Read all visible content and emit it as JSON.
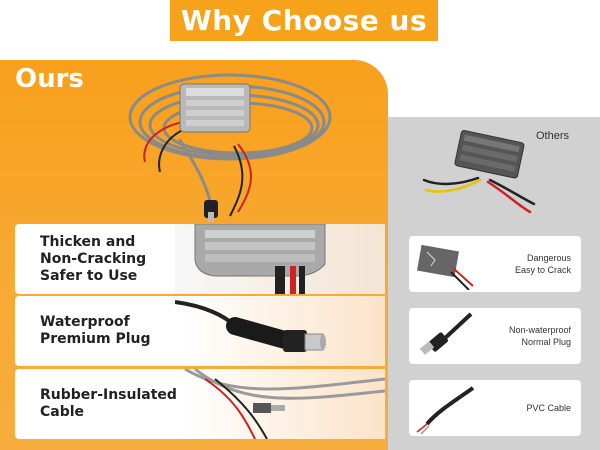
{
  "header": {
    "title": "Why Choose us"
  },
  "ours": {
    "title": "Ours",
    "features": [
      {
        "line1": "Thicken and",
        "line2": "Non-Cracking",
        "line3": "Safer to Use"
      },
      {
        "line1": "Waterproof",
        "line2": "Premium Plug"
      },
      {
        "line1": "Rubber-Insulated",
        "line2": "Cable"
      }
    ]
  },
  "others": {
    "title": "Others",
    "items": [
      {
        "line1": "Dangerous",
        "line2": "Easy to Crack"
      },
      {
        "line1": "Non-waterproof",
        "line2": "Normal Plug"
      },
      {
        "line1": "PVC Cable",
        "line2": ""
      }
    ]
  },
  "colors": {
    "accent": "#f7a21b",
    "panel_gray": "#d1d1d1"
  }
}
